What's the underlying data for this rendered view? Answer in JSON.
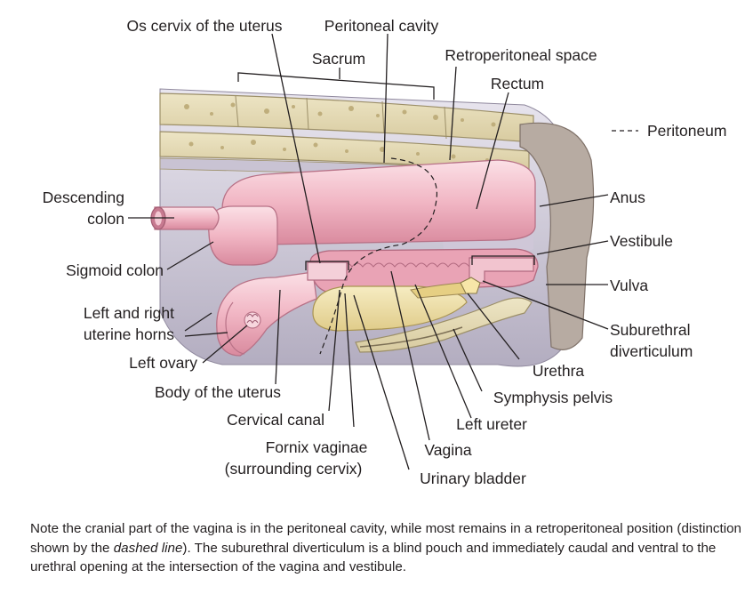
{
  "labels": {
    "os_cervix": "Os cervix of the uterus",
    "peritoneal_cavity": "Peritoneal cavity",
    "sacrum": "Sacrum",
    "retroperitoneal_space": "Retroperitoneal space",
    "rectum": "Rectum",
    "peritoneum": "Peritoneum",
    "descending_colon_1": "Descending",
    "descending_colon_2": "colon",
    "anus": "Anus",
    "vestibule": "Vestibule",
    "sigmoid_colon": "Sigmoid colon",
    "vulva": "Vulva",
    "uterine_horns_1": "Left and right",
    "uterine_horns_2": "uterine horns",
    "suburethral_1": "Suburethral",
    "suburethral_2": "diverticulum",
    "left_ovary": "Left ovary",
    "urethra": "Urethra",
    "body_of_uterus": "Body of the uterus",
    "symphysis_pelvis": "Symphysis pelvis",
    "cervical_canal": "Cervical canal",
    "left_ureter": "Left ureter",
    "fornix_1": "Fornix vaginae",
    "fornix_2": "(surrounding cervix)",
    "vagina": "Vagina",
    "urinary_bladder": "Urinary bladder"
  },
  "caption": {
    "part1": "Note the cranial part of the vagina is in the peritoneal cavity, while most remains in a retroperitoneal position (distinction shown by the ",
    "emphasis": "dashed line",
    "part2": "). The suburethral diverticulum is a blind pouch and immediately caudal and ventral to the urethral opening at the intersection of the vagina and vestibule."
  }
}
